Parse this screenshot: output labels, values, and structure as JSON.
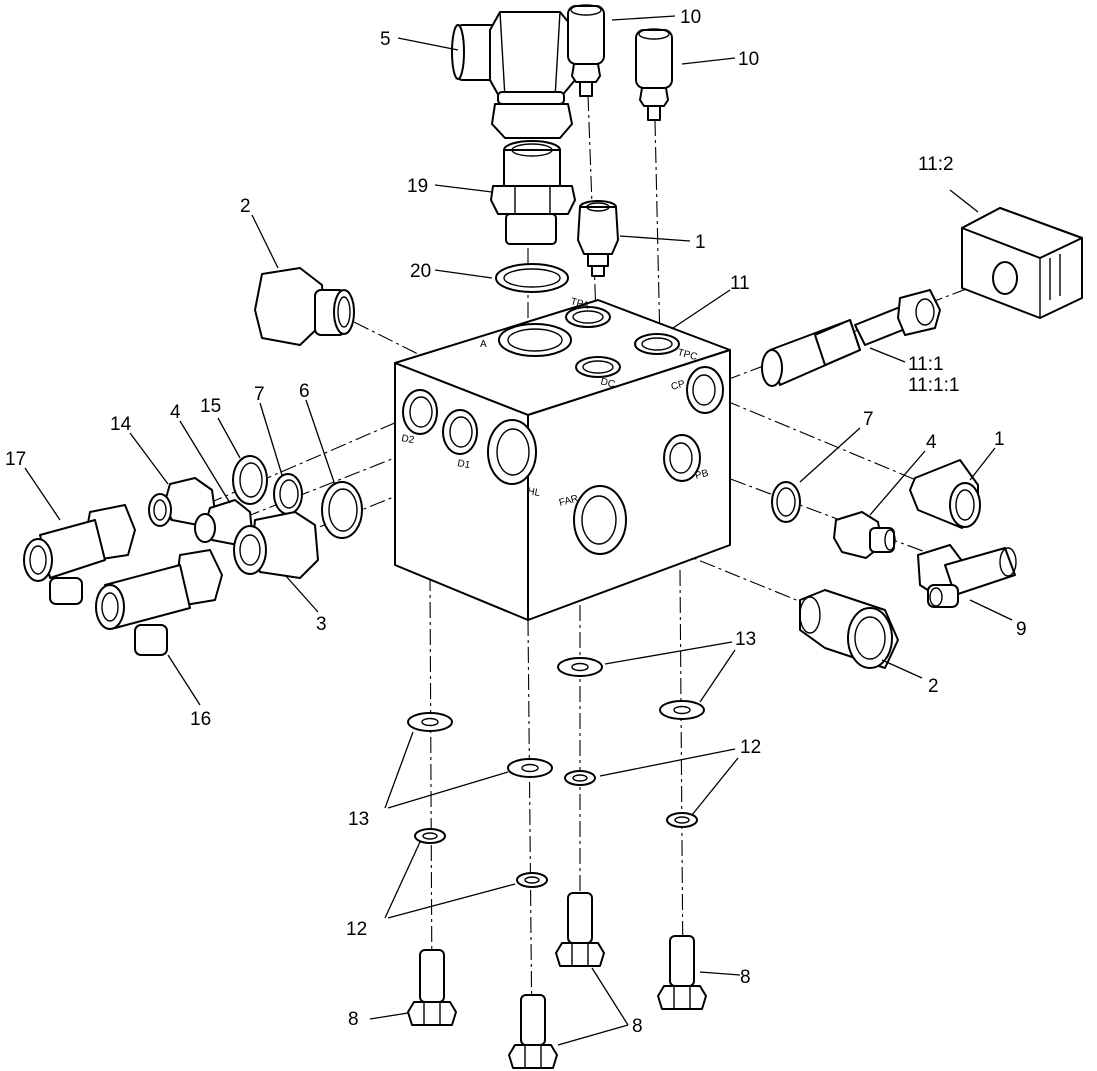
{
  "callouts": {
    "c5": "5",
    "c10a": "10",
    "c10b": "10",
    "c19": "19",
    "c1a": "1",
    "c20": "20",
    "c11": "11",
    "c11_2": "11:2",
    "c11_1": "11:1",
    "c11_1_1": "11:1:1",
    "c2a": "2",
    "c2b": "2",
    "c7a": "7",
    "c7b": "7",
    "c6": "6",
    "c15": "15",
    "c4a": "4",
    "c4b": "4",
    "c14": "14",
    "c17": "17",
    "c3": "3",
    "c16": "16",
    "c1b": "1",
    "c9": "9",
    "c13a": "13",
    "c13b": "13",
    "c12a": "12",
    "c12b": "12",
    "c8a": "8",
    "c8b": "8",
    "c8c": "8"
  },
  "ports": {
    "a": "A",
    "tpa": "TPA",
    "dc": "DC",
    "tpc": "TPC",
    "cp": "CP",
    "pb": "PB",
    "d2": "D2",
    "d1": "D1",
    "hl": "HL",
    "far": "FAR"
  }
}
